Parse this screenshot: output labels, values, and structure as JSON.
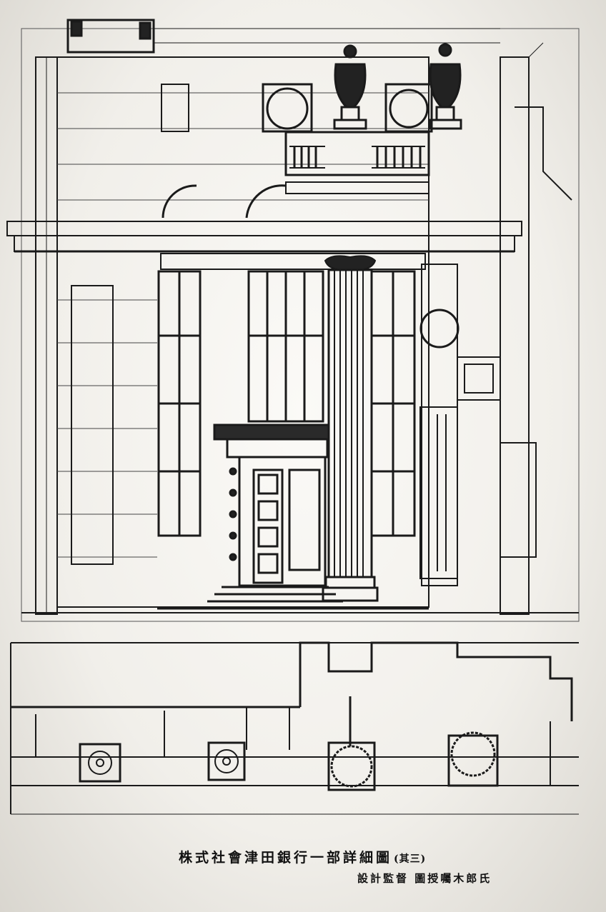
{
  "caption": {
    "title": "株式社會津田銀行一部詳細圖",
    "part": "(其三)",
    "credits": "設計監督 圖授囑木郎氏"
  },
  "colors": {
    "ink": "#1a1a1a",
    "paper": "#f4f2ee"
  }
}
